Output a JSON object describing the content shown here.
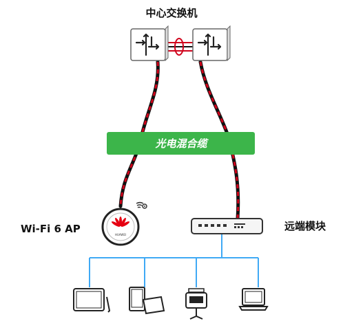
{
  "labels": {
    "core_switch": "中心交换机",
    "hybrid_cable": "光电混合缆",
    "wifi_ap": "Wi-Fi 6 AP",
    "remote_module": "远端模块",
    "ap_brand": "HUAWEI"
  },
  "colors": {
    "cable_black": "#111111",
    "cable_red": "#d0021b",
    "banner_green": "#3cb54a",
    "ethernet_blue": "#3fa9f5",
    "switch_stroke": "#555555",
    "huawei_red": "#e60012"
  },
  "icons": {
    "switch": "switch-icon",
    "ap": "wifi-ap-icon",
    "wifi_signal": "wifi-signal-icon",
    "remote_module": "remote-module-icon",
    "tablet": "tablet-icon",
    "tablet_stand": "tablet-stand-icon",
    "video_terminal": "video-terminal-icon",
    "laptop": "laptop-icon"
  }
}
